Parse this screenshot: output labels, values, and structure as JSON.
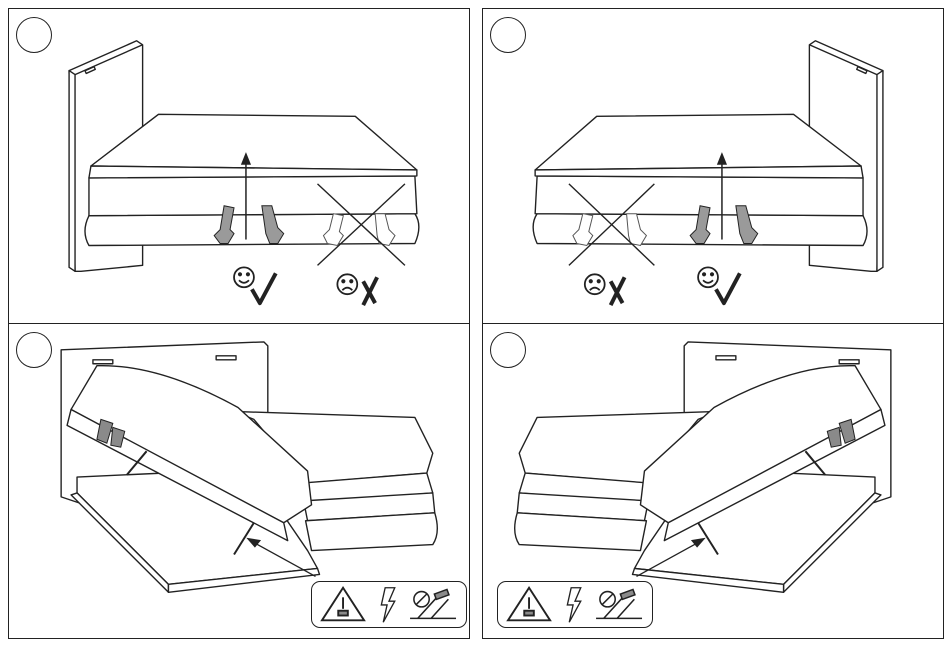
{
  "steps": [
    {
      "number": "",
      "icon": "bed-closed-lift-correct-left"
    },
    {
      "number": "",
      "icon": "bed-closed-lift-correct-right"
    },
    {
      "number": "",
      "icon": "bed-open-storage-left"
    },
    {
      "number": "",
      "icon": "bed-open-storage-right"
    }
  ],
  "symbols": {
    "correct": "check-icon",
    "incorrect": "cross-icon",
    "happy": "smiley-icon",
    "sad": "frown-icon",
    "warning": "warning-triangle-icon",
    "danger": "lightning-icon",
    "no_hands": "no-hand-in-mechanism-icon"
  },
  "colors": {
    "line": "#222222",
    "fill": "#ffffff",
    "shade": "#8a8a8a"
  }
}
